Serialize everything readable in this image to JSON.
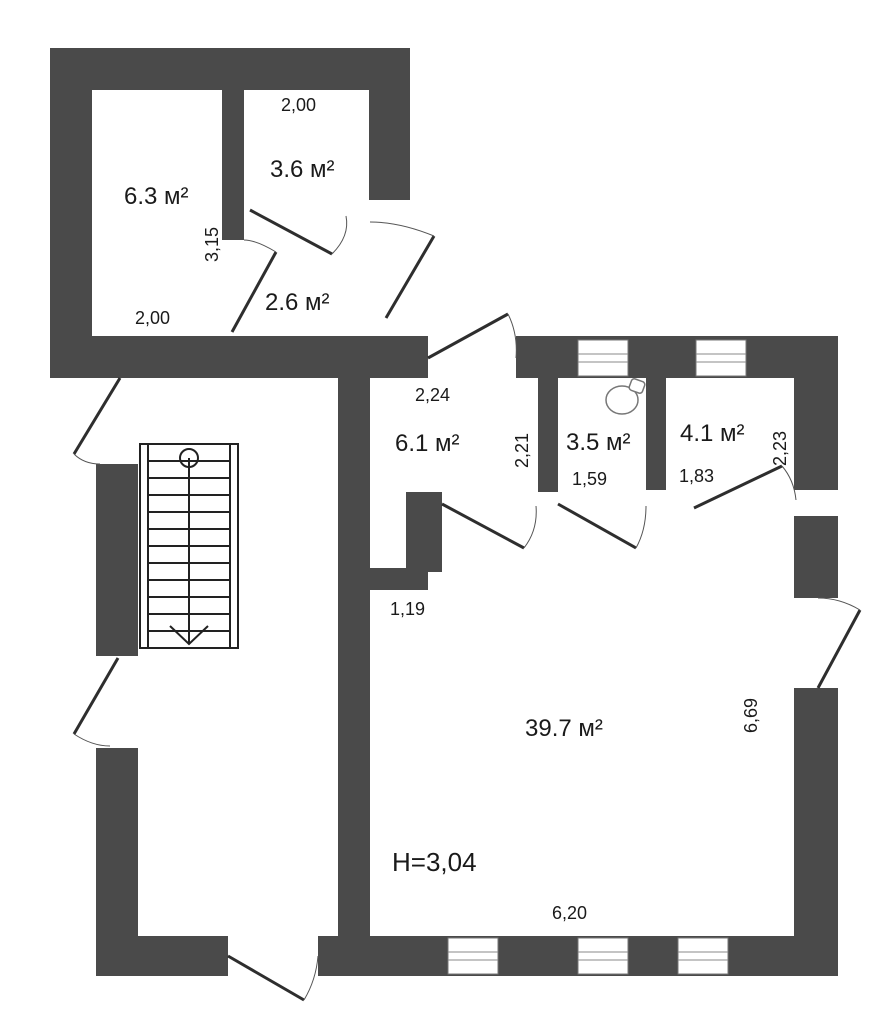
{
  "rooms": [
    {
      "area": "6.3 м²"
    },
    {
      "area": "3.6 м²"
    },
    {
      "area": "2.6 м²"
    },
    {
      "area": "6.1 м²"
    },
    {
      "area": "3.5 м²"
    },
    {
      "area": "4.1 м²"
    },
    {
      "area": "39.7 м²"
    }
  ],
  "dimensions": [
    "2,00",
    "3,15",
    "2,00",
    "2,24",
    "2,21",
    "1,59",
    "1,83",
    "2,23",
    "1,19",
    "6,69",
    "6,20"
  ],
  "ceiling_height": "H=3,04",
  "colors": {
    "wall": "#4a4a4a",
    "floor": "#ffffff",
    "text": "#1a1a1a"
  }
}
